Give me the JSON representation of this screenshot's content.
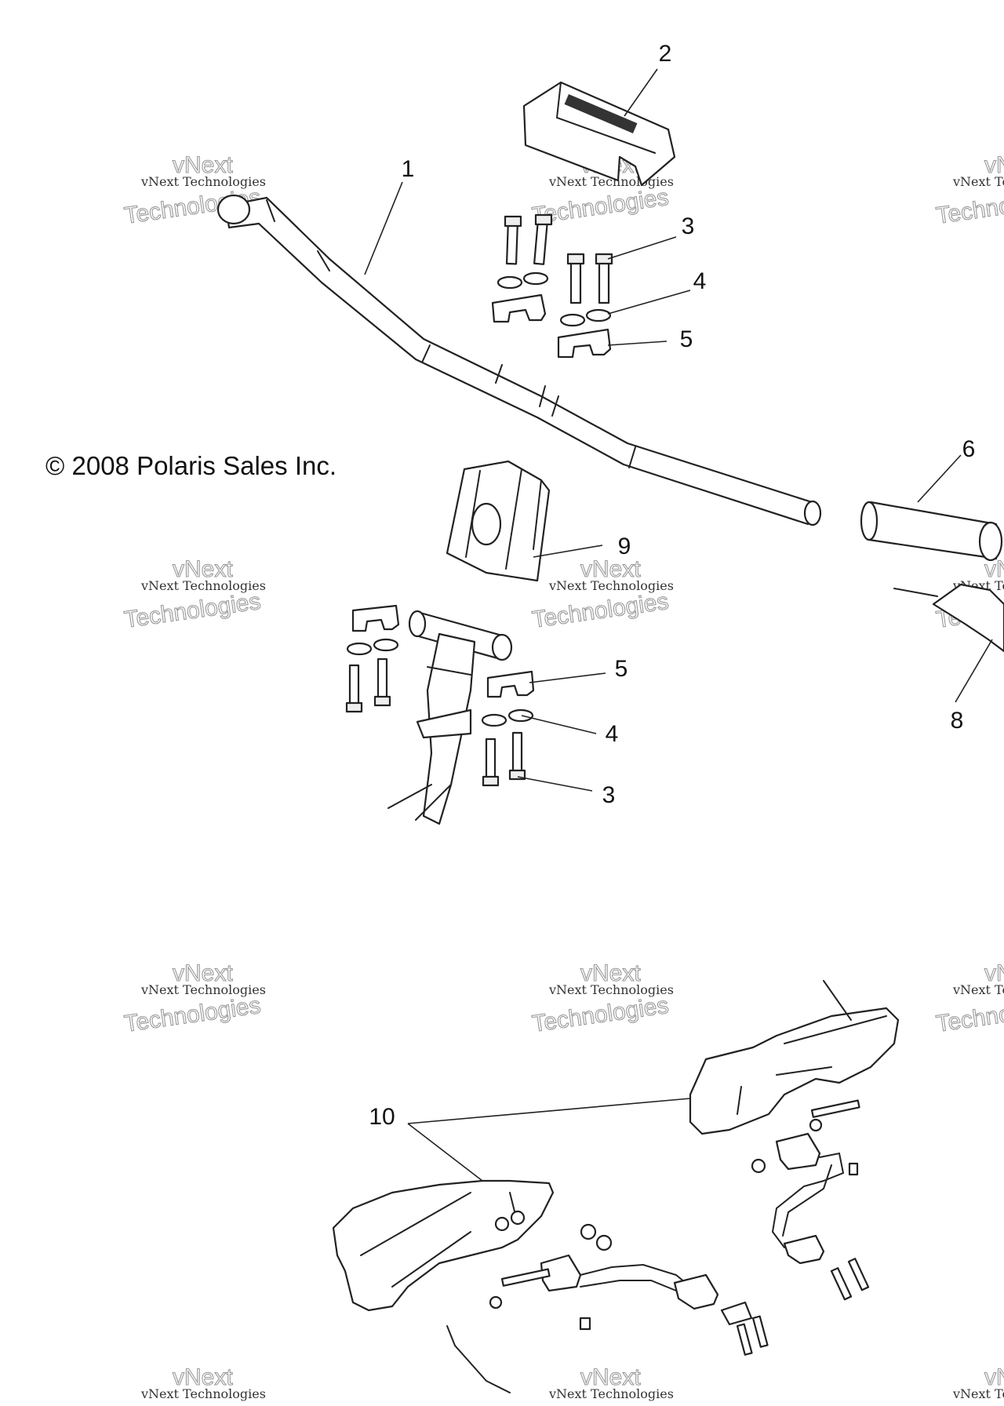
{
  "copyright": "© 2008 Polaris Sales Inc.",
  "callouts": [
    {
      "id": "1",
      "label": "1"
    },
    {
      "id": "2",
      "label": "2"
    },
    {
      "id": "3a",
      "label": "3"
    },
    {
      "id": "4a",
      "label": "4"
    },
    {
      "id": "5a",
      "label": "5"
    },
    {
      "id": "6",
      "label": "6"
    },
    {
      "id": "8",
      "label": "8"
    },
    {
      "id": "9",
      "label": "9"
    },
    {
      "id": "5b",
      "label": "5"
    },
    {
      "id": "4b",
      "label": "4"
    },
    {
      "id": "3b",
      "label": "3"
    },
    {
      "id": "10",
      "label": "10"
    }
  ],
  "watermark": {
    "line1": "vNext",
    "line2": "vNext Technologies",
    "line3": "Technologies"
  }
}
